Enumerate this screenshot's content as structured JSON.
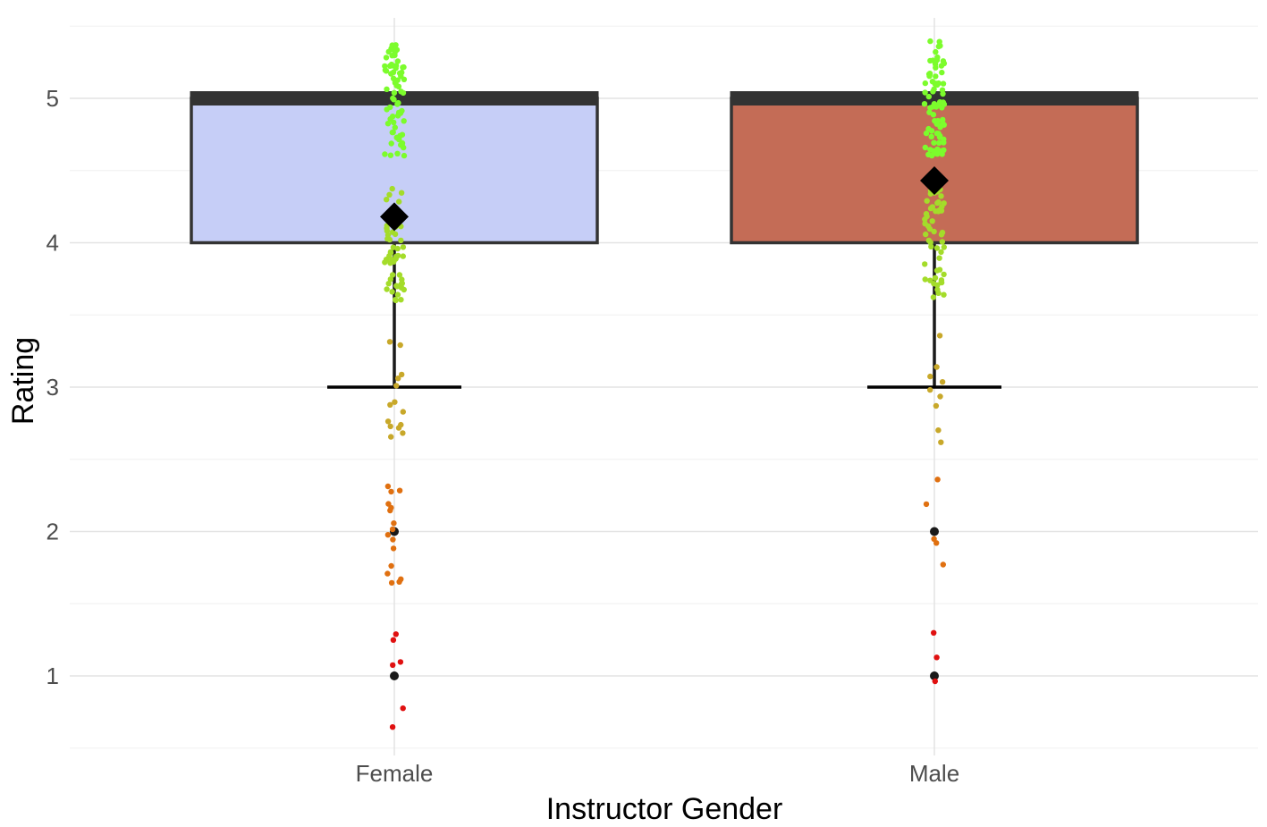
{
  "chart_data": {
    "type": "boxplot",
    "title": "",
    "xlabel": "Instructor Gender",
    "ylabel": "Rating",
    "ylim": [
      0.5,
      5.5
    ],
    "yticks": [
      1,
      2,
      3,
      4,
      5
    ],
    "grid": true,
    "categories": [
      "Female",
      "Male"
    ],
    "series": [
      {
        "category": "Female",
        "fill": "#c6cef7",
        "box": {
          "q1": 4,
          "median": 5,
          "q3": 5,
          "whisker_low": 3,
          "whisker_high": 5
        },
        "mean": 4.18,
        "outliers": [
          2,
          1
        ],
        "jitter_groups": [
          {
            "rating": 5,
            "count": 70,
            "color": "#7cfc2c"
          },
          {
            "rating": 4,
            "count": 55,
            "color": "#a4dc2a"
          },
          {
            "rating": 3,
            "count": 14,
            "color": "#c8a82a"
          },
          {
            "rating": 2,
            "count": 16,
            "color": "#e07010"
          },
          {
            "rating": 1,
            "count": 6,
            "color": "#e01010"
          }
        ]
      },
      {
        "category": "Male",
        "fill": "#c46c56",
        "box": {
          "q1": 4,
          "median": 5,
          "q3": 5,
          "whisker_low": 3,
          "whisker_high": 5
        },
        "mean": 4.43,
        "outliers": [
          2,
          1
        ],
        "jitter_groups": [
          {
            "rating": 5,
            "count": 80,
            "color": "#7cfc2c"
          },
          {
            "rating": 4,
            "count": 55,
            "color": "#a4dc2a"
          },
          {
            "rating": 3,
            "count": 9,
            "color": "#c8a82a"
          },
          {
            "rating": 2,
            "count": 5,
            "color": "#e07010"
          },
          {
            "rating": 1,
            "count": 3,
            "color": "#e01010"
          }
        ]
      }
    ]
  }
}
